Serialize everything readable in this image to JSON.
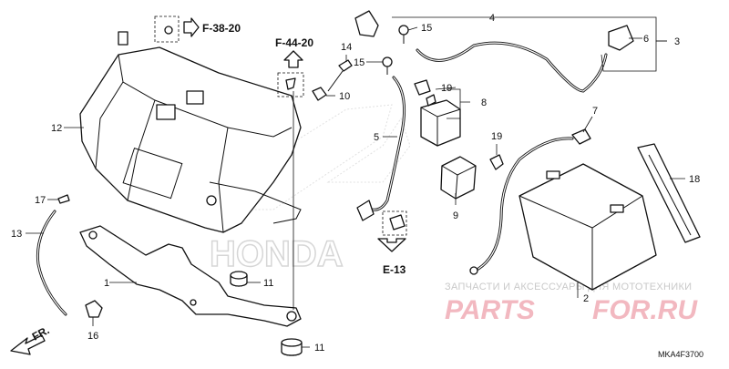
{
  "diagram": {
    "part_labels": {
      "p1": "1",
      "p2": "2",
      "p3": "3",
      "p4": "4",
      "p5": "5",
      "p6": "6",
      "p7": "7",
      "p8": "8",
      "p9": "9",
      "p10": "10",
      "p11a": "11",
      "p11b": "11",
      "p12": "12",
      "p13": "13",
      "p14": "14",
      "p15a": "15",
      "p15b": "15",
      "p16": "16",
      "p17": "17",
      "p18": "18",
      "p19a": "19",
      "p19b": "19"
    },
    "references": {
      "f38": "F-38-20",
      "f44": "F-44-20",
      "e13": "E-13",
      "fr": "FR."
    },
    "drawing_code": "MKA4F3700",
    "watermark": {
      "tagline": "ЗАПЧАСТИ И АКСЕССУАРЫ ДЛЯ МОТОТЕХНИКИ",
      "site_left": "PARTS",
      "site_right": "FOR.RU",
      "brand": "HONDA"
    }
  }
}
